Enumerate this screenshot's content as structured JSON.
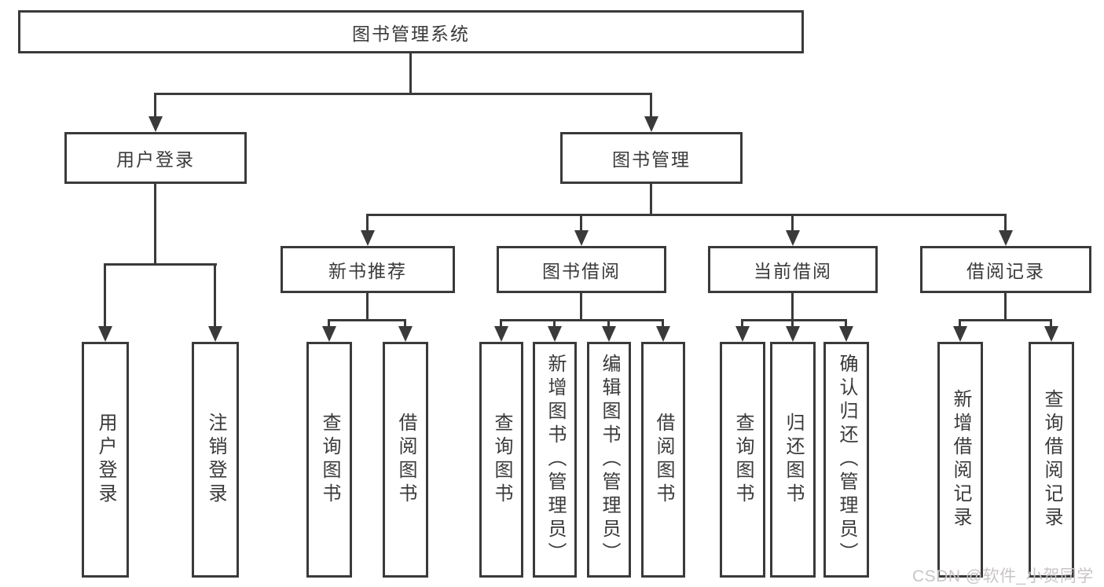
{
  "title": "图书管理系统",
  "watermark": {
    "text": "CSDN @软件_小贺同学",
    "color": "#c9c5c5"
  },
  "colors": {
    "line": "#3a3a3a",
    "text": "#3a3a3a",
    "background": "#ffffff",
    "box_fill": "#ffffff"
  },
  "nodes": {
    "root": {
      "label": "图书管理系统"
    },
    "user_login": {
      "label": "用户登录"
    },
    "book_mgmt": {
      "label": "图书管理"
    },
    "new_books": {
      "label": "新书推荐"
    },
    "book_borrow": {
      "label": "图书借阅"
    },
    "current_borrow": {
      "label": "当前借阅"
    },
    "borrow_records": {
      "label": "借阅记录"
    },
    "leaf_user_login": {
      "label": "用户登录"
    },
    "leaf_logout": {
      "label": "注销登录"
    },
    "leaf_nb_query_books": {
      "label": "查询图书"
    },
    "leaf_nb_borrow_books": {
      "label": "借阅图书"
    },
    "leaf_bb_query_books": {
      "label": "查询图书"
    },
    "leaf_bb_add_books": {
      "label": "新增图书（管理员）"
    },
    "leaf_bb_edit_books": {
      "label": "编辑图书（管理员）"
    },
    "leaf_bb_borrow_books": {
      "label": "借阅图书"
    },
    "leaf_cb_query_books": {
      "label": "查询图书"
    },
    "leaf_cb_return_books": {
      "label": "归还图书"
    },
    "leaf_cb_confirm_return": {
      "label": "确认归还（管理员）"
    },
    "leaf_br_add_record": {
      "label": "新增借阅记录"
    },
    "leaf_br_query_record": {
      "label": "查询借阅记录"
    }
  },
  "hierarchy": [
    {
      "parent": "图书管理系统",
      "children": [
        "用户登录",
        "图书管理"
      ]
    },
    {
      "parent": "用户登录",
      "children": [
        "用户登录",
        "注销登录"
      ]
    },
    {
      "parent": "图书管理",
      "children": [
        "新书推荐",
        "图书借阅",
        "当前借阅",
        "借阅记录"
      ]
    },
    {
      "parent": "新书推荐",
      "children": [
        "查询图书",
        "借阅图书"
      ]
    },
    {
      "parent": "图书借阅",
      "children": [
        "查询图书",
        "新增图书（管理员）",
        "编辑图书（管理员）",
        "借阅图书"
      ]
    },
    {
      "parent": "当前借阅",
      "children": [
        "查询图书",
        "归还图书",
        "确认归还（管理员）"
      ]
    },
    {
      "parent": "借阅记录",
      "children": [
        "新增借阅记录",
        "查询借阅记录"
      ]
    }
  ]
}
